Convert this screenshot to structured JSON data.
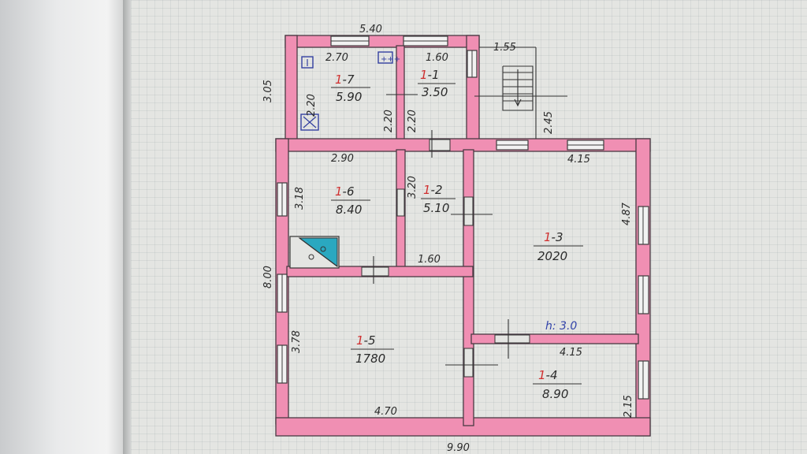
{
  "plan": {
    "dims": {
      "top_total": "5.40",
      "top_left_room": "2.70",
      "top_mid_room": "1.60",
      "porch_width": "1.55",
      "left_upper": "3.05",
      "r17_inner": "2.20",
      "r11_left": "2.20",
      "r11_right": "2.20",
      "porch_depth": "2.45",
      "r16_width": "2.90",
      "r16_height": "3.18",
      "r12_height": "3.20",
      "r12_width": "1.60",
      "r13_width": "4.15",
      "r13_height": "4.87",
      "left_total": "8.00",
      "r15_height": "3.78",
      "r15_width": "4.70",
      "r14_width": "4.15",
      "r14_height": "2.15",
      "bottom_total": "9.90"
    },
    "rooms": [
      {
        "prefix": "1",
        "num": "-7",
        "area": "5.90"
      },
      {
        "prefix": "1",
        "num": "-1",
        "area": "3.50"
      },
      {
        "prefix": "1",
        "num": "-6",
        "area": "8.40"
      },
      {
        "prefix": "1",
        "num": "-2",
        "area": "5.10"
      },
      {
        "prefix": "1",
        "num": "-3",
        "area": "2020"
      },
      {
        "prefix": "1",
        "num": "-5",
        "area": "1780"
      },
      {
        "prefix": "1",
        "num": "-4",
        "area": "8.90"
      }
    ],
    "height_label": "h: 3.0",
    "colors": {
      "wall": "#f08fb3",
      "stove": "#2aa8c0",
      "paper": "#e4e5e2"
    },
    "icons": [
      "stove-icon",
      "sink-icon",
      "gas-meter-icon",
      "stairs-icon"
    ]
  }
}
